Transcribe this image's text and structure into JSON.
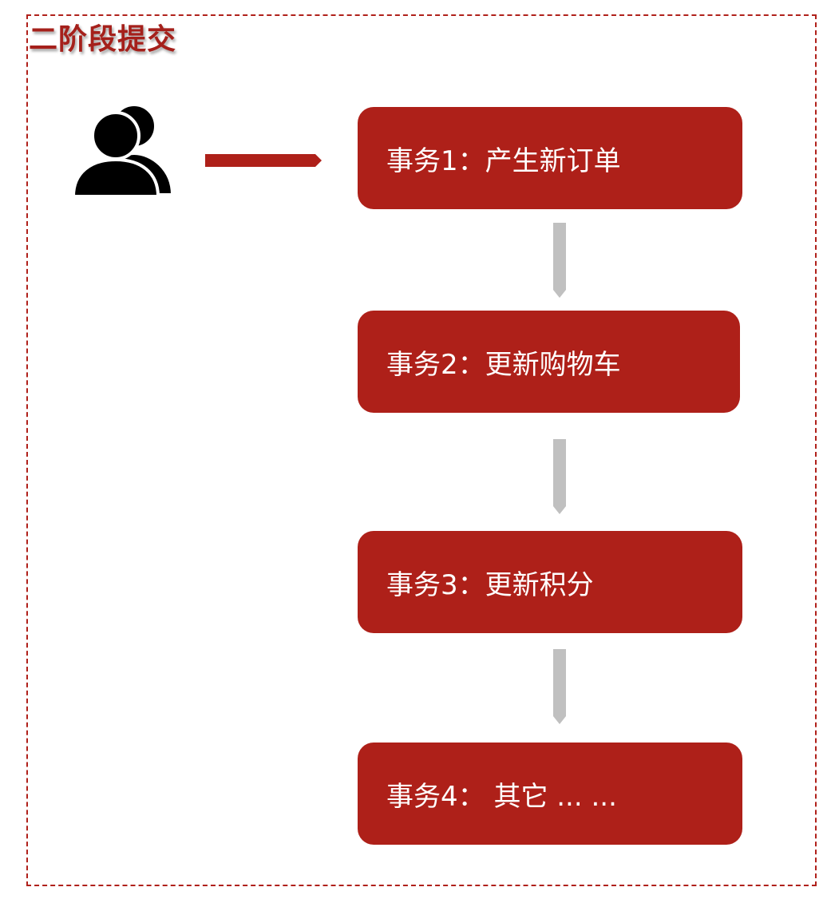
{
  "title": "二阶段提交",
  "icons": {
    "user": "users-icon",
    "connector": "right-arrow-icon",
    "flow": "down-arrow-icon"
  },
  "colors": {
    "accent": "#ae2019",
    "border": "#b0211b",
    "flow_arrow": "#c0c0c0",
    "text_on_accent": "#ffffff"
  },
  "steps": [
    {
      "label": "事务1：产生新订单"
    },
    {
      "label": "事务2：更新购物车"
    },
    {
      "label": "事务3：更新积分"
    },
    {
      "label": "事务4： 其它 ... ..."
    }
  ]
}
